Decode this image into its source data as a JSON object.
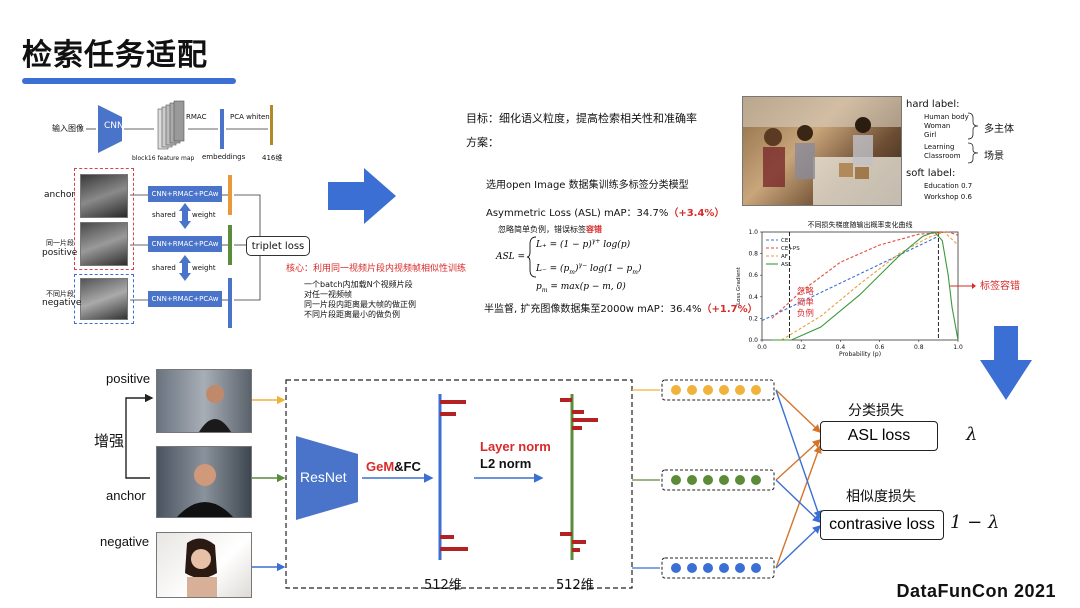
{
  "title": "检索任务适配",
  "top_left": {
    "input_label": "输入图像",
    "cnn": "CNN",
    "feature_map": "block16 feature map",
    "rmac": "RMAC",
    "pca_whiten": "PCA whiten",
    "embeddings": "embeddings",
    "dim": "416维",
    "anchor": "anchor",
    "same_clip": "同一片段",
    "positive": "positive",
    "diff_clip": "不同片段",
    "negative": "negative",
    "branch_box": "CNN+RMAC+PCAw",
    "shared": "shared",
    "weight": "weight",
    "triplet_loss": "triplet loss",
    "core": "核心：利用同一视频片段内视频帧相似性训练",
    "notes": [
      "一个batch内加载N个视频片段",
      "对任一视频帧",
      "同一片段内距离最大帧的做正例",
      "不同片段距离最小的做负例"
    ]
  },
  "top_middle": {
    "goal": "目标：细化语义粒度，提高检索相关性和准确率",
    "plan": "方案：",
    "model": "选用open Image 数据集训练多标签分类模型",
    "asl_text": "Asymmetric Loss (ASL)  mAP：34.7%",
    "asl_gain": "（+3.4%）",
    "ignore_text": "忽略简单负例，错误标签",
    "tolerance": "容错",
    "semi": "半监督, 扩充图像数据集至2000w mAP：36.4%",
    "semi_gain": "（+1.7%）"
  },
  "top_right": {
    "hard_label": "hard label:",
    "hard_items": [
      "Human body",
      "Woman",
      "Girl",
      "Learning",
      "Classroom"
    ],
    "multi_subject": "多主体",
    "scene": "场景",
    "soft_label": "soft label:",
    "soft_items": [
      "Education 0.7",
      "Workshop 0.6"
    ]
  },
  "chart_data": {
    "type": "line",
    "title": "不同损失梯度随输出概率变化曲线",
    "xlabel": "Probability (p)",
    "ylabel": "Loss Gradient",
    "xlim": [
      0,
      1
    ],
    "ylim": [
      0,
      1
    ],
    "xticks": [
      "0.0",
      "0.2",
      "0.4",
      "0.6",
      "0.8",
      "1.0"
    ],
    "yticks": [
      "0.0",
      "0.2",
      "0.4",
      "0.6",
      "0.8",
      "1.0"
    ],
    "legend": "top-left",
    "series": [
      {
        "name": "CE",
        "color": "#3b6fd4",
        "dash": true,
        "x": [
          0,
          0.9
        ],
        "y": [
          0.18,
          0.96
        ]
      },
      {
        "name": "CE+PS",
        "color": "#e04a3a",
        "dash": true,
        "x": [
          0.05,
          0.2,
          0.4,
          0.6,
          0.8,
          0.95,
          1.0
        ],
        "y": [
          0.2,
          0.45,
          0.72,
          0.88,
          0.98,
          1.0,
          0.97
        ]
      },
      {
        "name": "AF",
        "color": "#e8a23a",
        "dash": true,
        "x": [
          0.1,
          0.3,
          0.5,
          0.7,
          0.85,
          0.93,
          1.0
        ],
        "y": [
          0.0,
          0.22,
          0.52,
          0.8,
          0.95,
          1.0,
          0.88
        ]
      },
      {
        "name": "ASL",
        "color": "#3a9a3a",
        "dash": false,
        "x": [
          0.05,
          0.15,
          0.3,
          0.5,
          0.7,
          0.82,
          0.88,
          0.92,
          0.95,
          0.97,
          1.0
        ],
        "y": [
          0.0,
          0.0,
          0.12,
          0.42,
          0.78,
          0.96,
          1.0,
          0.92,
          0.6,
          0.3,
          0.0
        ]
      }
    ],
    "annotations": [
      "忽略简单负例",
      "标签容错"
    ]
  },
  "bottom": {
    "positive": "positive",
    "anchor": "anchor",
    "negative": "negative",
    "augment": "增强",
    "resnet": "ResNet",
    "gem": "GeM",
    "fc": "&FC",
    "layer_norm": "Layer norm",
    "l2_norm": "L2 norm",
    "dim1": "512维",
    "dim2": "512维",
    "cls_loss_title": "分类损失",
    "asl_loss": "ASL loss",
    "lambda": "λ",
    "sim_loss_title": "相似度损失",
    "contrastive": "contrasive loss",
    "one_minus_lambda": "1 − λ",
    "colors": {
      "yellow": "#f0b23a",
      "green": "#5a8c3a",
      "blue": "#3b6fd4",
      "arrow_blue": "#3b6fd4",
      "arrow_orange": "#d4752a"
    }
  },
  "brand": "DataFunCon 2021"
}
